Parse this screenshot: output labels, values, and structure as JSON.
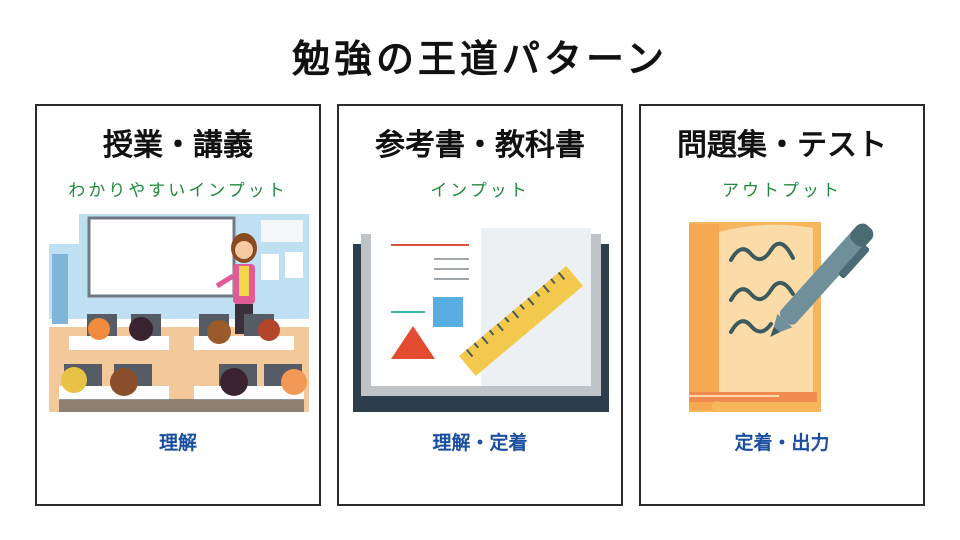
{
  "title": "勉強の王道パターン",
  "cards": [
    {
      "title": "授業・講義",
      "subtitle": "わかりやすいインプット",
      "illustration": "classroom-illustration",
      "footer": "理解"
    },
    {
      "title": "参考書・教科書",
      "subtitle": "インプット",
      "illustration": "open-textbook-illustration",
      "footer": "理解・定着"
    },
    {
      "title": "問題集・テスト",
      "subtitle": "アウトプット",
      "illustration": "notebook-pen-illustration",
      "footer": "定着・出力"
    }
  ],
  "colors": {
    "subtitle": "#1e8a3c",
    "footer": "#1a4fa0",
    "border": "#2b2b2b"
  }
}
